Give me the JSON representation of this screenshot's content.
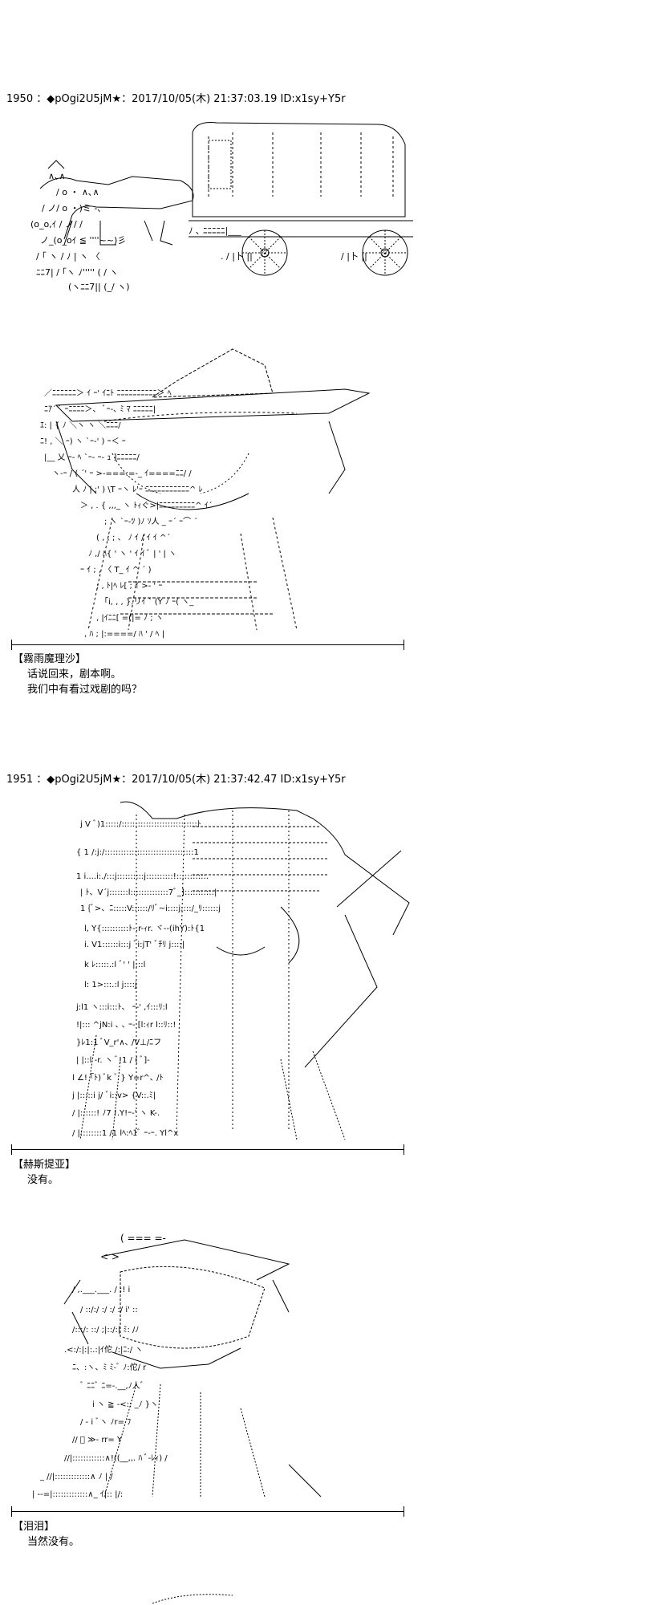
{
  "posts": [
    {
      "header": "1950 ：◆pOgi2U5jM★：2017/10/05(木) 21:37:03.19 ID:x1sy+Y5r",
      "speaker": "【霧雨魔理沙】",
      "lines": [
        "话说回来，剧本啊。",
        "我们中有看过戏剧的吗？"
      ]
    },
    {
      "header": "1951 ：◆pOgi2U5jM★：2017/10/05(木) 21:37:42.47 ID:x1sy+Y5r",
      "speaker": "【赫斯提亚】",
      "lines": [
        "没有。"
      ]
    },
    {
      "speaker": "【泪泪】",
      "lines": [
        "当然没有。"
      ]
    }
  ],
  "art": {
    "wagon_label": "ASCII art: horse-drawn covered wagon",
    "marisa_label": "ASCII art: witch with large hat",
    "hestia_label": "ASCII art: girl with long hair",
    "third_label": "ASCII art: girl with hat"
  }
}
